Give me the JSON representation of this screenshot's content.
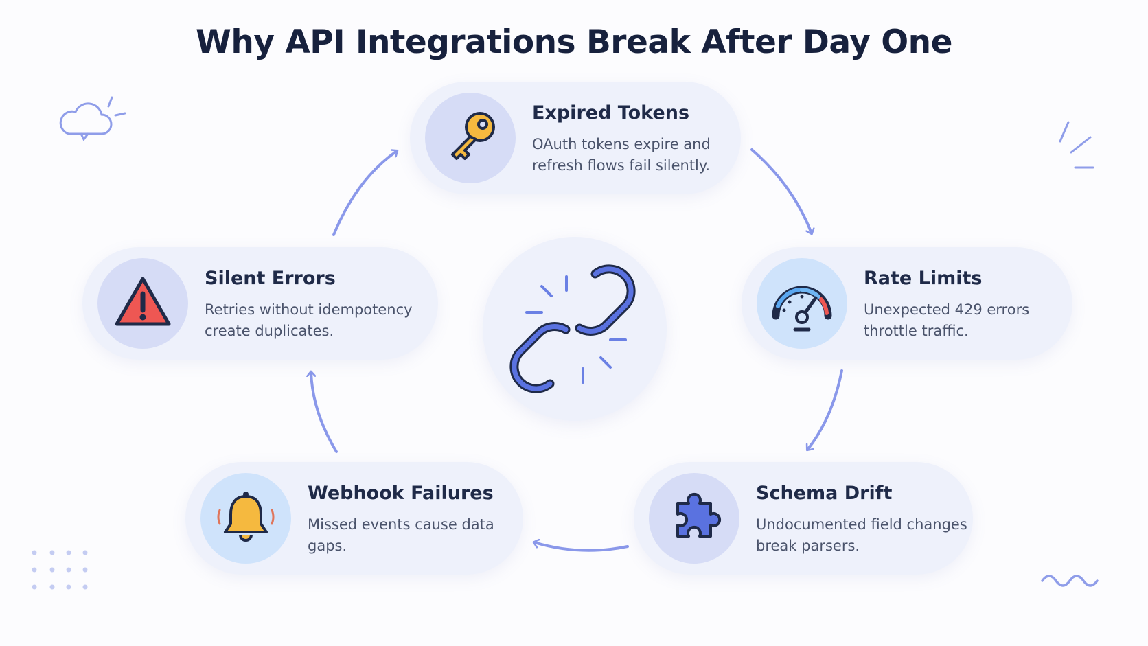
{
  "title": "Why API Integrations Break After Day One",
  "nodes": [
    {
      "id": "expired-tokens",
      "title": "Expired Tokens",
      "desc": "OAuth tokens expire and refresh flows fail silently.",
      "icon": "key-icon"
    },
    {
      "id": "rate-limits",
      "title": "Rate Limits",
      "desc": "Unexpected 429 errors throttle traffic.",
      "icon": "gauge-icon"
    },
    {
      "id": "schema-drift",
      "title": "Schema Drift",
      "desc": "Undocumented field changes break parsers.",
      "icon": "puzzle-icon"
    },
    {
      "id": "webhook-failures",
      "title": "Webhook Failures",
      "desc": "Missed events cause data gaps.",
      "icon": "bell-icon"
    },
    {
      "id": "silent-errors",
      "title": "Silent Errors",
      "desc": "Retries without idempotency create duplicates.",
      "icon": "warning-icon"
    }
  ],
  "center_icon": "broken-link-icon",
  "colors": {
    "accent": "#7f8fe6",
    "arrow": "#8a98ea",
    "card_bg": "#eef1fb",
    "key": "#f5b93f",
    "warning": "#ee5753",
    "link": "#5a72e0"
  }
}
